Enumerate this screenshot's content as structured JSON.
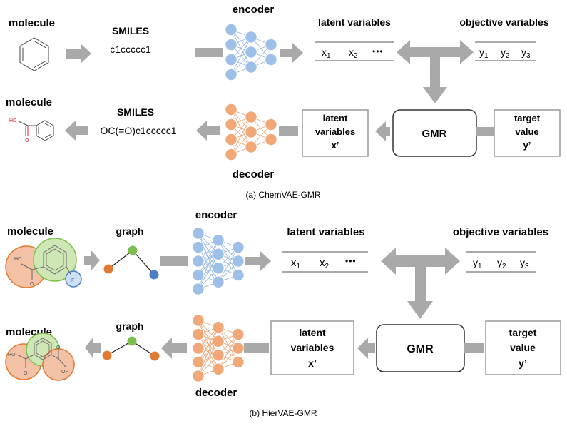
{
  "panel_a": {
    "caption": "(a)   ChemVAE-GMR",
    "molecule_in": "molecule",
    "smiles_in_title": "SMILES",
    "smiles_in_value": "c1ccccc1",
    "encoder": "encoder",
    "latent_title": "latent variables",
    "latent_x1": "x",
    "latent_x1_sub": "1",
    "latent_x2": "x",
    "latent_x2_sub": "2",
    "latent_more": "•••",
    "objective_title": "objective variables",
    "y1": "y",
    "y1_sub": "1",
    "y2": "y",
    "y2_sub": "2",
    "y3": "y",
    "y3_sub": "3",
    "molecule_out": "molecule",
    "smiles_out_title": "SMILES",
    "smiles_out_value": "OC(=O)c1ccccc1",
    "decoder": "decoder",
    "latent_box_line1": "latent",
    "latent_box_line2": "variables",
    "latent_box_line3": "x’",
    "gmr": "GMR",
    "target_line1": "target",
    "target_line2": "value",
    "target_line3": "y’",
    "ho_label": "HO",
    "o_label": "O"
  },
  "panel_b": {
    "caption": "(b)   HierVAE-GMR",
    "molecule_in": "molecule",
    "graph_in": "graph",
    "encoder": "encoder",
    "latent_title": "latent variables",
    "latent_x1": "x",
    "latent_x1_sub": "1",
    "latent_x2": "x",
    "latent_x2_sub": "2",
    "latent_more": "•••",
    "objective_title": "objective variables",
    "y1": "y",
    "y1_sub": "1",
    "y2": "y",
    "y2_sub": "2",
    "y3": "y",
    "y3_sub": "3",
    "molecule_out": "molecule",
    "graph_out": "graph",
    "decoder": "decoder",
    "latent_box_line1": "latent",
    "latent_box_line2": "variables",
    "latent_box_line3": "x’",
    "gmr": "GMR",
    "target_line1": "target",
    "target_line2": "value",
    "target_line3": "y’",
    "ho_label": "HO",
    "o_label": "O",
    "f_label": "F",
    "oh_label": "OH"
  },
  "colors": {
    "arrow": "#a9a9a9",
    "encoder_node": "#9dbfe8",
    "encoder_edge": "#8fb2de",
    "decoder_node": "#f0a878",
    "decoder_edge": "#e8a070",
    "graph_orange": "#e07a30",
    "graph_green": "#7cbf4e",
    "graph_blue": "#4a7fc8",
    "fragment_orange": "#f3c2a6",
    "fragment_green": "#cfe6b5",
    "fragment_blue": "#cfe0f6",
    "box_border": "#9a9a9a",
    "hetero_red": "#e02020"
  }
}
